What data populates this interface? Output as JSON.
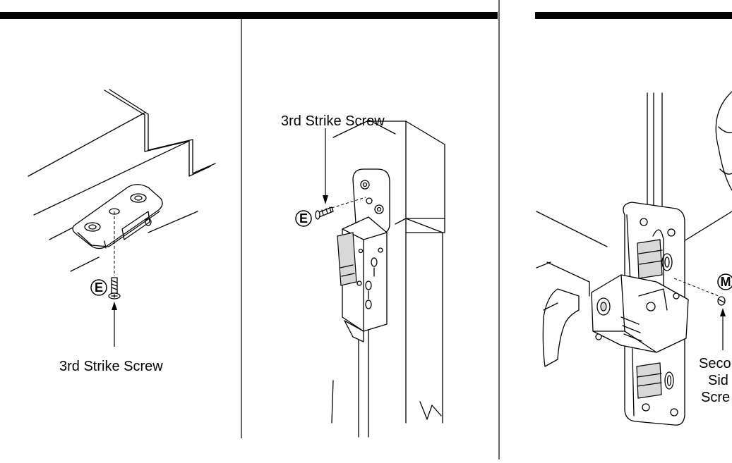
{
  "figures": {
    "left": {
      "callout_letter": "E",
      "label": "3rd Strike Screw"
    },
    "middle": {
      "callout_letter": "E",
      "label": "3rd Strike Screw"
    },
    "right": {
      "callout_letter": "M",
      "label_lines": [
        "Seco",
        "Sid",
        "Scre"
      ]
    }
  }
}
